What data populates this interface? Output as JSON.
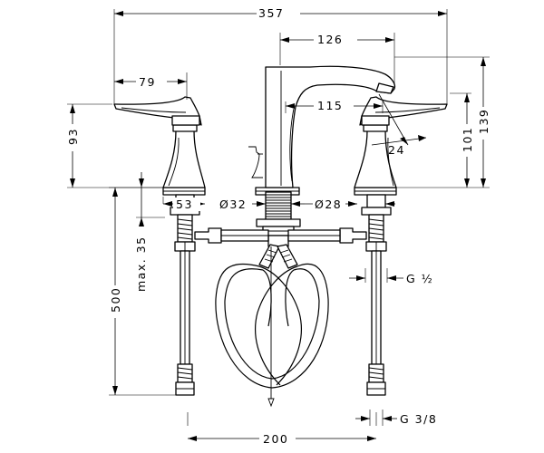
{
  "dimensions": {
    "overall_width": "357",
    "spout_reach": "126",
    "handle_reach": "79",
    "spout_projection": "115",
    "handle_height": "93",
    "outlet_height": "101",
    "overall_height": "139",
    "spout_tilt": "24",
    "handle_base": "53",
    "spout_bore": "Ø32",
    "handle_bore": "Ø28",
    "deck_thickness_max": "max. 35",
    "hose_length": "500",
    "hose_inlet_thread": "G ½",
    "supply_thread": "G 3/8",
    "center_spacing": "200"
  },
  "colors": {
    "line": "#000000",
    "background": "#ffffff"
  }
}
